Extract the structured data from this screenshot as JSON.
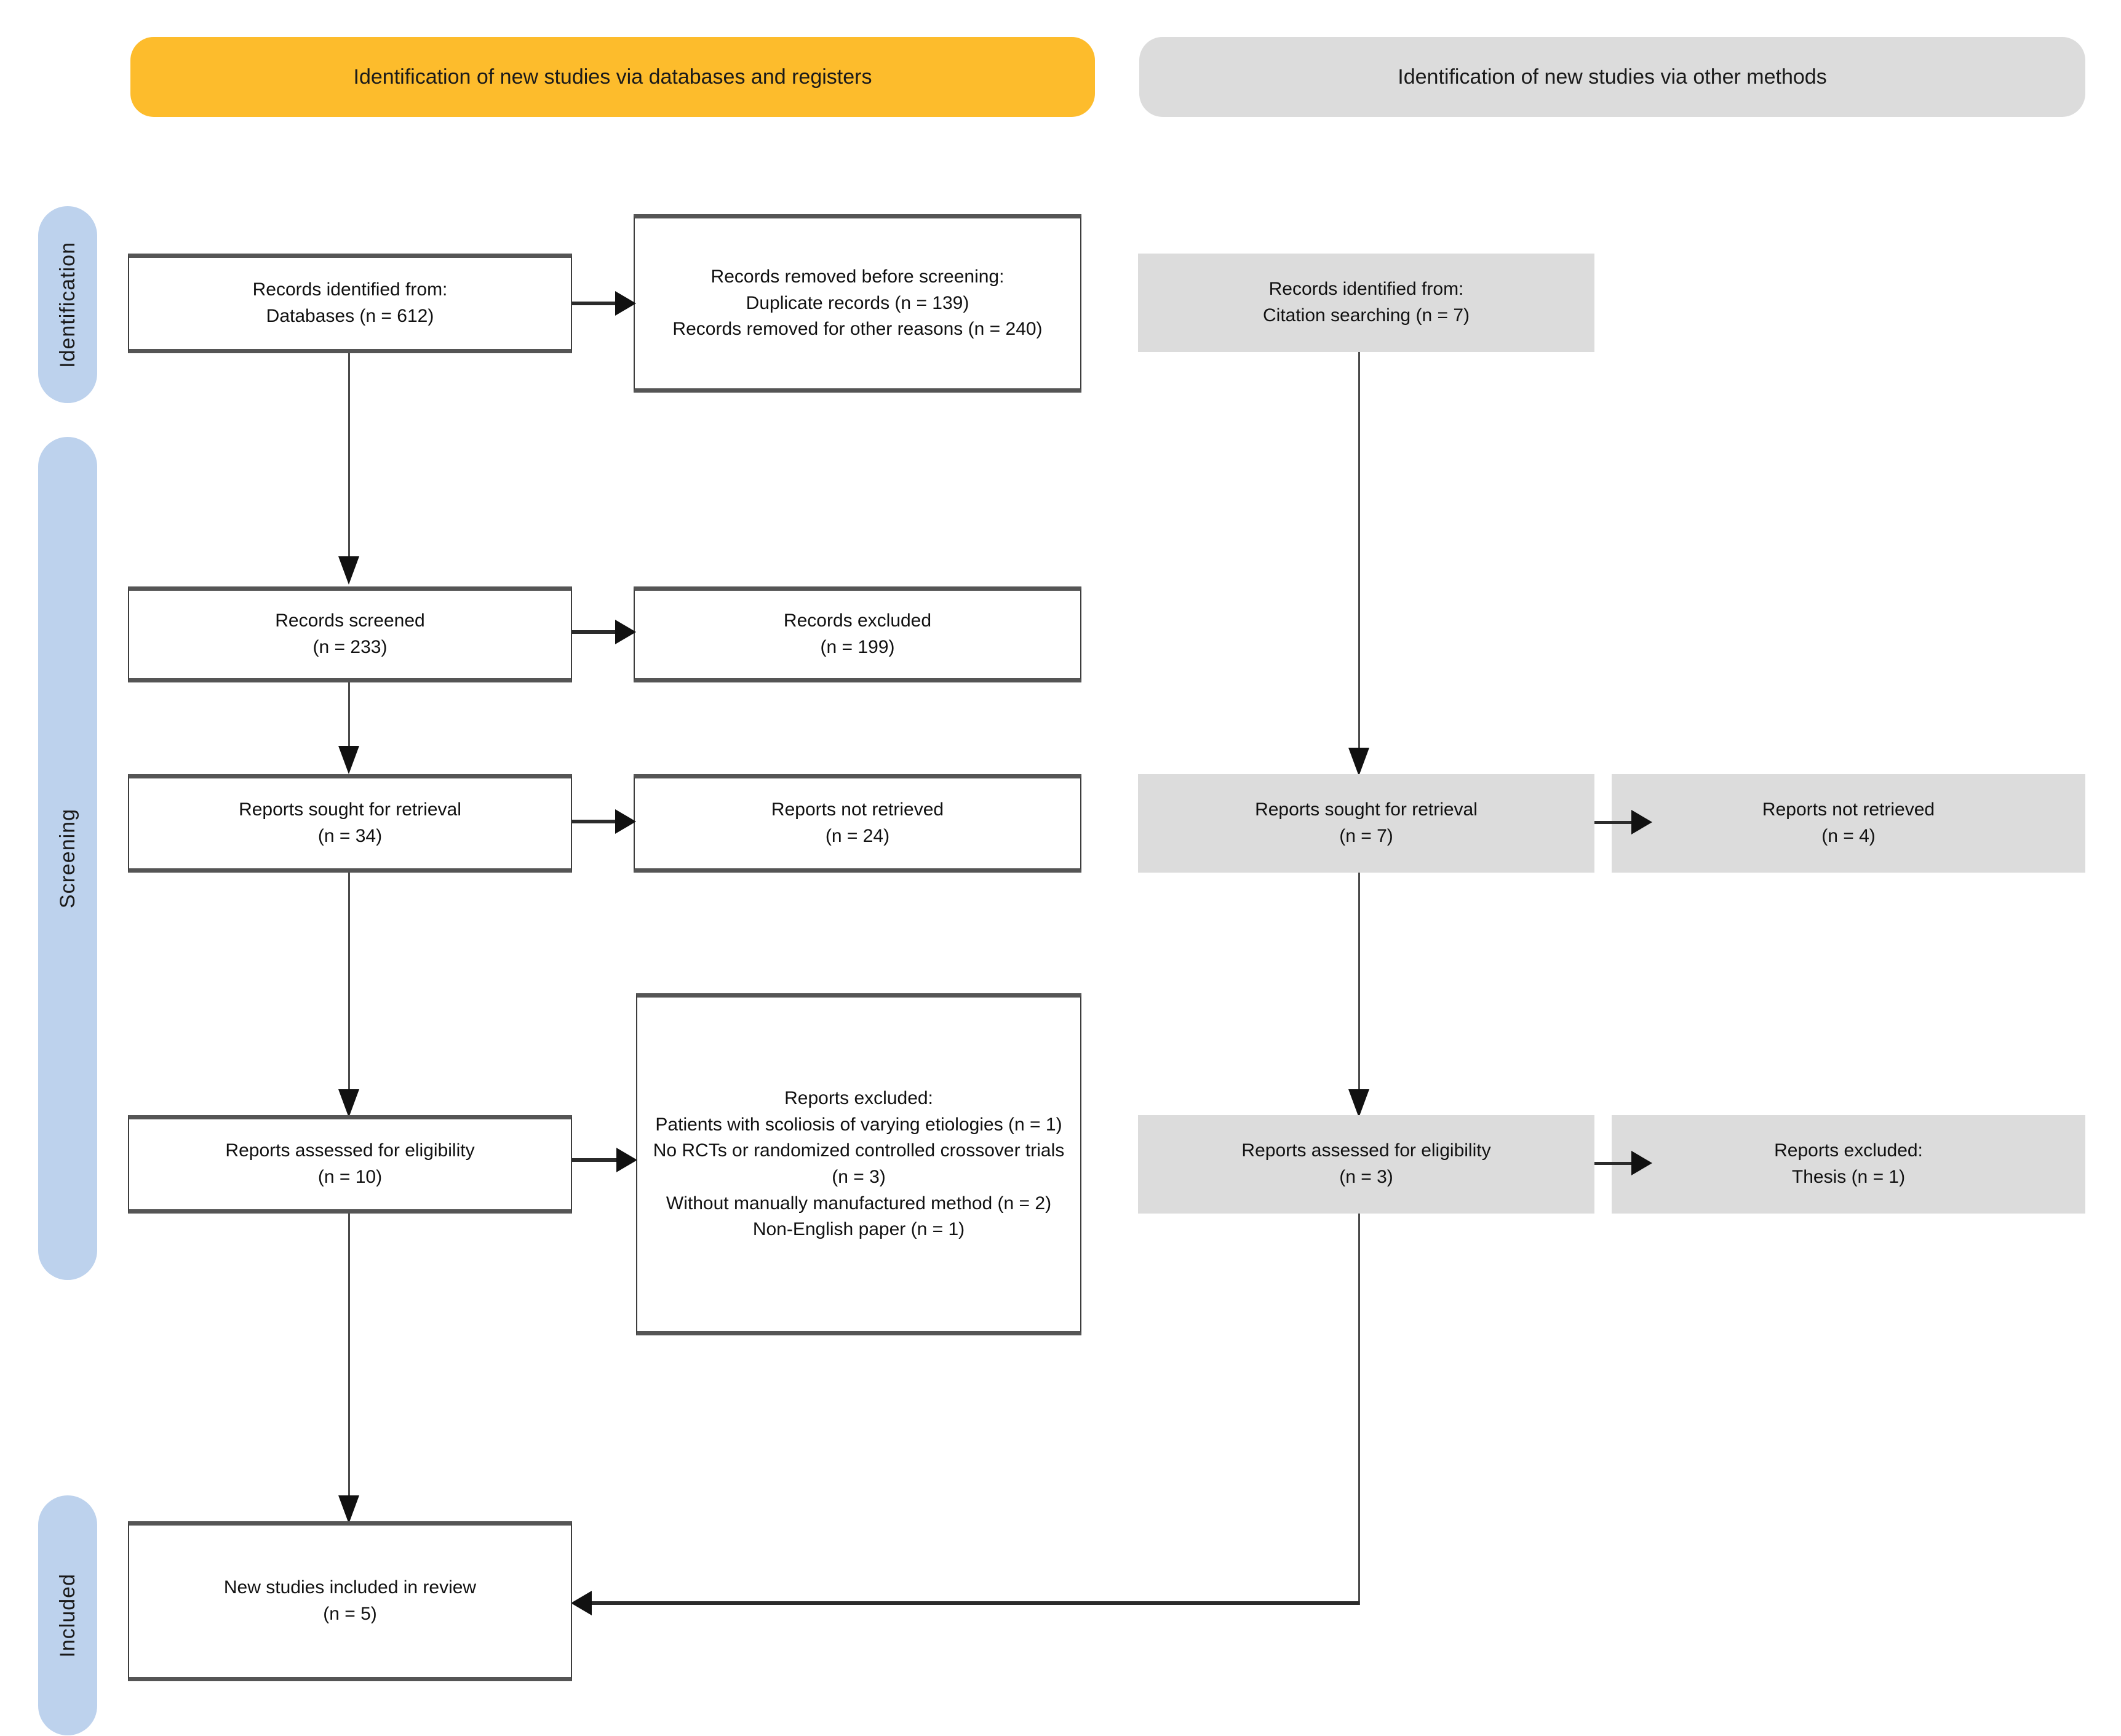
{
  "diagram": {
    "type": "PRISMA 2020 flow diagram",
    "banners": {
      "databases": "Identification of new studies via databases and registers",
      "other_methods": "Identification of new studies via other methods"
    },
    "stages": {
      "identification": "Identification",
      "screening": "Screening",
      "included": "Included"
    },
    "left_column": {
      "records_identified": "Records identified from:\nDatabases (n = 612)",
      "records_removed": "Records removed before screening:\nDuplicate records (n = 139)\nRecords removed for other reasons (n = 240)",
      "records_screened": "Records screened\n(n = 233)",
      "records_excluded": "Records excluded\n(n = 199)",
      "reports_sought": "Reports sought for retrieval\n(n = 34)",
      "reports_not_retrieved": "Reports not retrieved\n(n = 24)",
      "reports_assessed": "Reports assessed for eligibility\n(n = 10)",
      "reports_excluded": "Reports excluded:\nPatients with scoliosis of varying etiologies (n = 1)\nNo RCTs or randomized controlled crossover trials (n = 3)\nWithout manually manufactured method (n = 2)\nNon-English paper (n = 1)"
    },
    "right_column": {
      "records_identified": "Records identified from:\nCitation searching (n = 7)",
      "reports_sought": "Reports sought for retrieval\n(n = 7)",
      "reports_not_retrieved": "Reports not retrieved\n(n = 4)",
      "reports_assessed": "Reports assessed for eligibility\n(n = 3)",
      "reports_excluded": "Reports excluded:\nThesis (n = 1)"
    },
    "included_box": {
      "new_studies": "New studies included in review\n(n = 5)"
    },
    "counts": {
      "databases_identified": 612,
      "duplicate_records_removed": 139,
      "other_reasons_removed": 240,
      "records_screened": 233,
      "records_excluded": 199,
      "reports_sought_db": 34,
      "reports_not_retrieved_db": 24,
      "reports_assessed_db": 10,
      "excluded_scoliosis_etiologies": 1,
      "excluded_no_rct": 3,
      "excluded_no_manual_method": 2,
      "excluded_non_english": 1,
      "citation_searching_identified": 7,
      "reports_sought_other": 7,
      "reports_not_retrieved_other": 4,
      "reports_assessed_other": 3,
      "excluded_thesis": 1,
      "new_studies_included": 5
    },
    "colors": {
      "banner_databases": "#FDBC2C",
      "banner_other": "#DCDCDC",
      "stage_pill": "#BDD2ED",
      "grey_node": "#DCDCDC",
      "border": "#3d3d3d"
    }
  }
}
